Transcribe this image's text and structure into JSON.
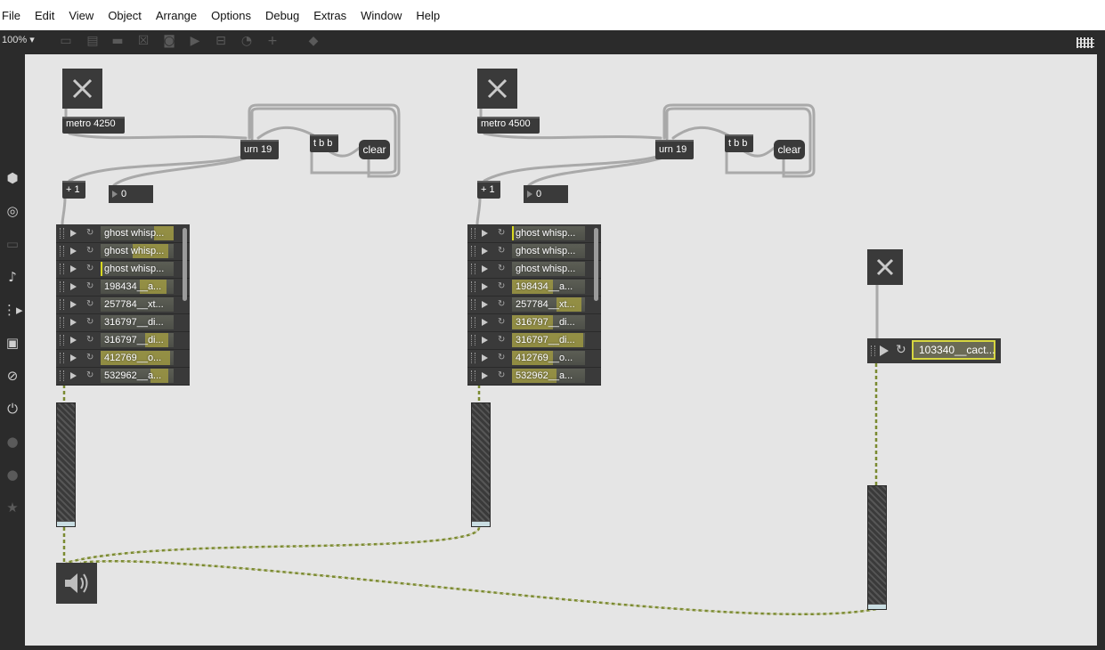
{
  "menu": [
    "File",
    "Edit",
    "View",
    "Object",
    "Arrange",
    "Options",
    "Debug",
    "Extras",
    "Window",
    "Help"
  ],
  "toolbar": {
    "zoom": "100%",
    "zoom_caret": "▾"
  },
  "patch_left": {
    "metro": "metro 4250",
    "urn": "urn 19",
    "tbb": "t b b",
    "clear": "clear",
    "plus": "+ 1",
    "number": "0",
    "playlist": [
      "ghost whisp...",
      "ghost whisp...",
      "ghost whisp...",
      "198434__a...",
      "257784__xt...",
      "316797__di...",
      "316797__di...",
      "412769__o...",
      "532962__a..."
    ]
  },
  "patch_right": {
    "metro": "metro 4500",
    "urn": "urn 19",
    "tbb": "t b b",
    "clear": "clear",
    "plus": "+ 1",
    "number": "0",
    "playlist": [
      "ghost whisp...",
      "ghost whisp...",
      "ghost whisp...",
      "198434__a...",
      "257784__xt...",
      "316797__di...",
      "316797__di...",
      "412769__o...",
      "532962__a..."
    ]
  },
  "patch_third": {
    "sfplay_name": "103340__cact..."
  },
  "icons": {
    "toggle_x": "✕",
    "loop": "↻",
    "play": "▶",
    "speaker": "speaker-icon"
  }
}
